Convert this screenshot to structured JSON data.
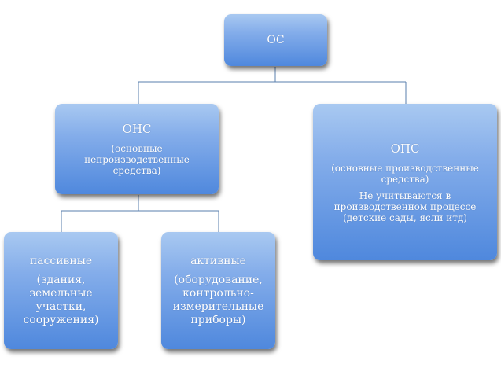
{
  "nodes": {
    "root": {
      "title": "ОС"
    },
    "ons": {
      "title": "ОНС",
      "description": "(основные непроизводственные средства)"
    },
    "ops": {
      "title": "ОПС",
      "description": "(основные производственные средства)",
      "note": "Не учитываются в производственном процессе (детские сады, ясли итд)"
    },
    "passive": {
      "title": "пассивные",
      "description": "(здания, земельные участки, сооружения)"
    },
    "active": {
      "title": "активные",
      "description": "(оборудование, контрольно-измерительные приборы)"
    }
  },
  "colors": {
    "node_top": "#a9c9f1",
    "node_bottom": "#4f88dd",
    "connector": "#5a7fae",
    "text": "#ffffff"
  }
}
